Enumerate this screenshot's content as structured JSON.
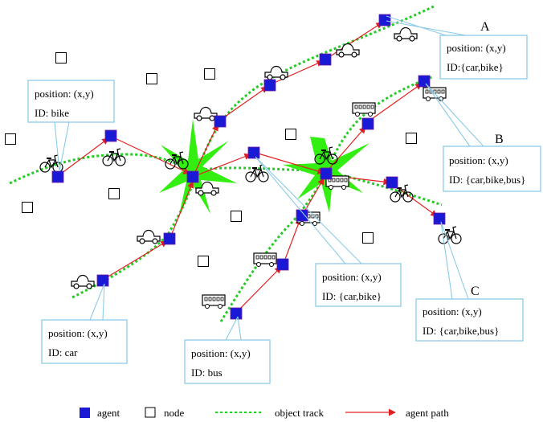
{
  "callouts": {
    "A": {
      "letter": "A",
      "line1": "position: (x,y)",
      "line2": "ID:{car,bike}"
    },
    "bike": {
      "line1": "position: (x,y)",
      "line2": "ID: bike"
    },
    "B": {
      "letter": "B",
      "line1": "position: (x,y)",
      "line2": "ID: {car,bike,bus}"
    },
    "mid": {
      "line1": "position: (x,y)",
      "line2": "ID: {car,bike}"
    },
    "C": {
      "letter": "C",
      "line1": "position: (x,y)",
      "line2": "ID: {car,bike,bus}"
    },
    "car": {
      "line1": "position: (x,y)",
      "line2": "ID: car"
    },
    "bus": {
      "line1": "position: (x,y)",
      "line2": "ID: bus"
    }
  },
  "legend": {
    "agent": "agent",
    "node": "node",
    "object_track": "object track",
    "agent_path": "agent path"
  },
  "colors": {
    "agent": "#1a1ad6",
    "agent_path": "#e02020",
    "object_track": "#22cc22",
    "star": "#33ee11",
    "callout_border": "#8ccbe6"
  },
  "icons": {
    "car": "car-icon",
    "bike": "bike-icon",
    "bus": "bus-icon",
    "node": "node-square",
    "agent": "agent-square",
    "star": "collision-star"
  }
}
